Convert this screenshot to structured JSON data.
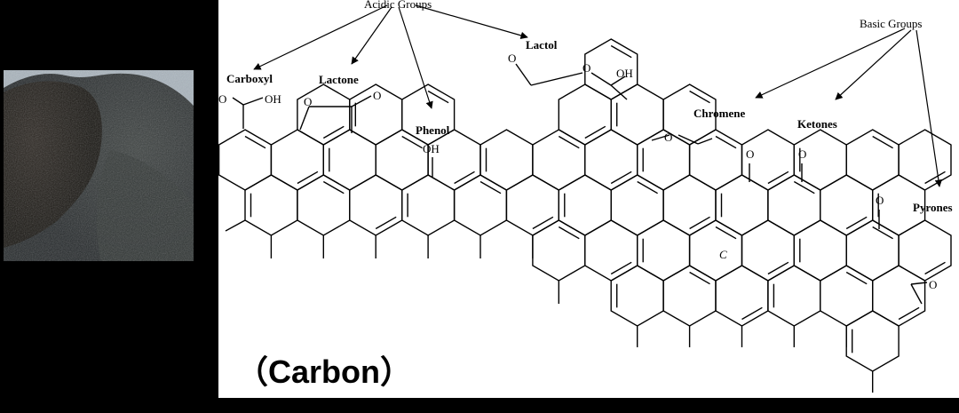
{
  "labels": {
    "acidic_groups": "Acidic Groups",
    "basic_groups": "Basic Groups",
    "carboxyl": "Carboxyl",
    "lactone": "Lactone",
    "lactol": "Lactol",
    "phenol": "Phenol",
    "chromene": "Chromene",
    "ketones": "Ketones",
    "pyrones": "Pyrones"
  },
  "atoms": {
    "oxygen": "O",
    "hydroxyl": "OH",
    "carbon": "C"
  },
  "caption": "（Carbon）",
  "colors": {
    "background": "#000000",
    "panel": "#ffffff",
    "ink": "#000000"
  }
}
